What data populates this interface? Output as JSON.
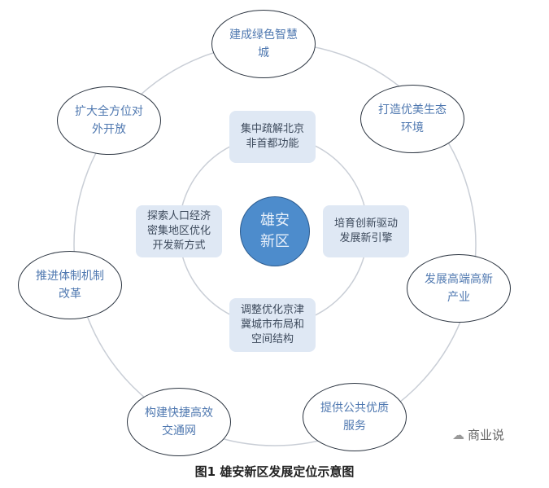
{
  "center": {
    "label": "雄安新区"
  },
  "inner_boxes": [
    {
      "label": "集中疏解北京非首都功能"
    },
    {
      "label": "培育创新驱动发展新引擎"
    },
    {
      "label": "调整优化京津冀城市布局和空间结构"
    },
    {
      "label": "探索人口经济密集地区优化开发新方式"
    }
  ],
  "outer_ovals": [
    {
      "label": "建成绿色智慧城"
    },
    {
      "label": "打造优美生态环境"
    },
    {
      "label": "发展高端高新产业"
    },
    {
      "label": "提供公共优质服务"
    },
    {
      "label": "构建快捷高效交通网"
    },
    {
      "label": "推进体制机制改革"
    },
    {
      "label": "扩大全方位对外开放"
    }
  ],
  "watermark": {
    "text": "商业说",
    "icon": "wechat-icon"
  },
  "caption": "图1 雄安新区发展定位示意图",
  "colors": {
    "core": "#4d8ccc",
    "box": "#dfe8f4",
    "oval_text": "#4f78b0"
  }
}
